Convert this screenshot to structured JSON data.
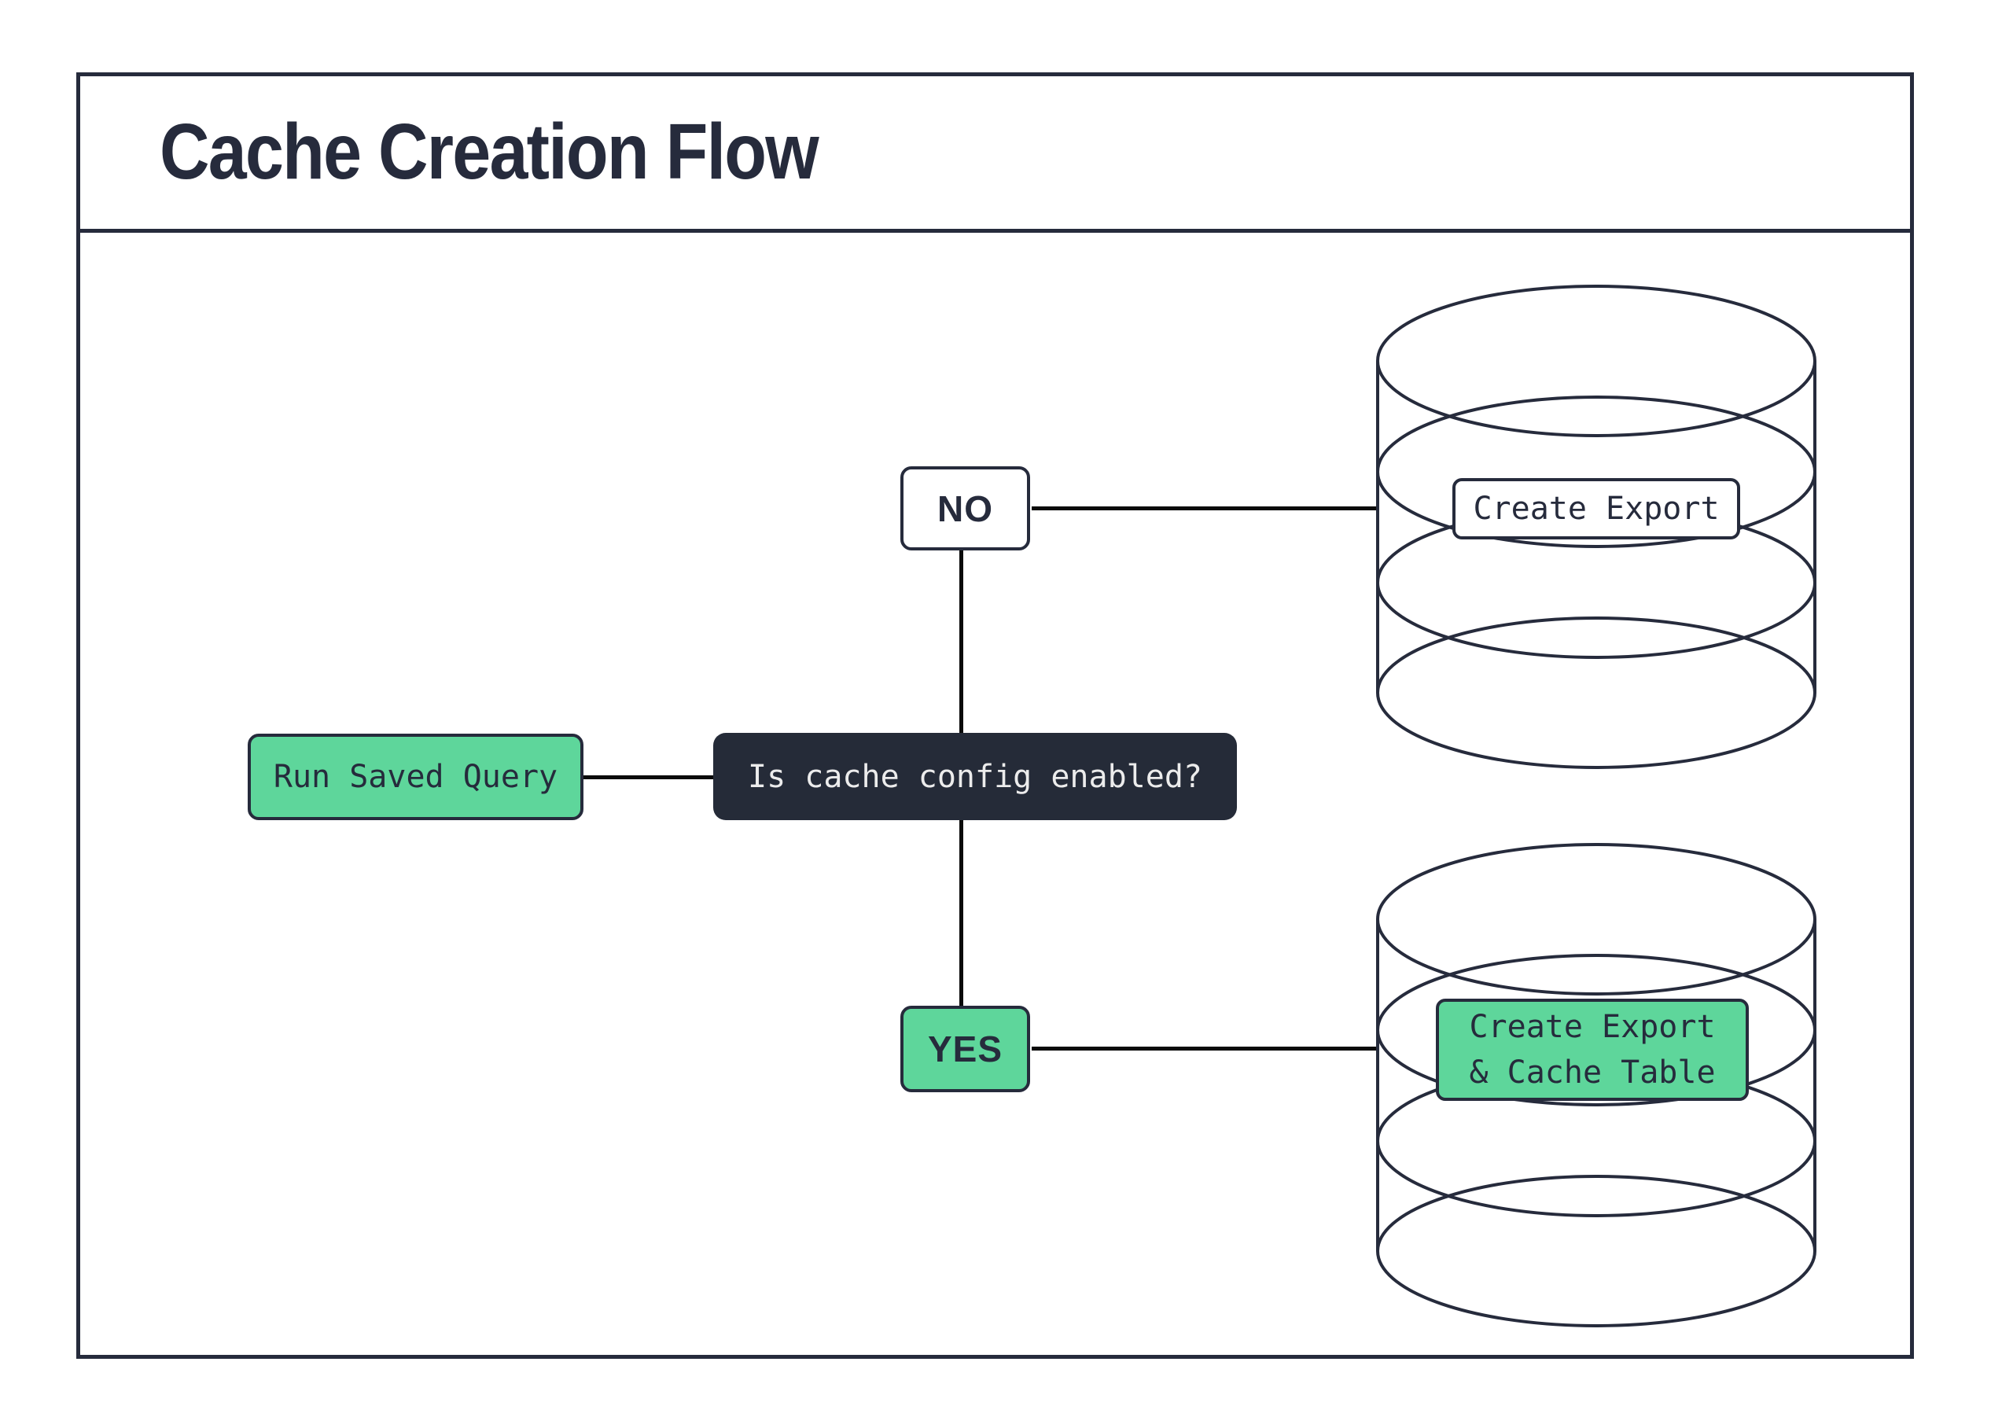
{
  "title": "Cache Creation Flow",
  "colors": {
    "ink": "#262b3c",
    "accent": "#5ed69b",
    "connector": "#0b0b0b",
    "dark-bg": "#252b38",
    "dark-text": "#ececec",
    "paper": "#ffffff"
  },
  "flow": {
    "start": {
      "label": "Run Saved Query"
    },
    "decision": {
      "label": "Is cache config enabled?"
    },
    "branches": {
      "no": {
        "label": "NO",
        "result": {
          "label": "Create Export"
        }
      },
      "yes": {
        "label": "YES",
        "result": {
          "label_line1": "Create Export",
          "label_line2": "& Cache Table"
        }
      }
    }
  }
}
